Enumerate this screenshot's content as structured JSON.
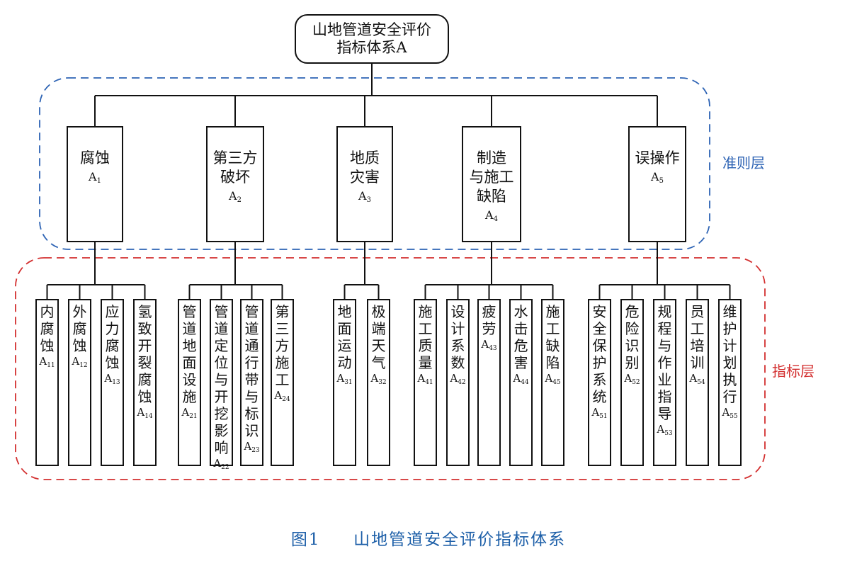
{
  "root": {
    "line1": "山地管道安全评价",
    "line2": "指标体系A"
  },
  "layers": {
    "criteria_label": "准则层",
    "criteria_color": "#2d63b4",
    "indicator_label": "指标层",
    "indicator_color": "#d32f2f"
  },
  "criteria": [
    {
      "label": "腐蚀",
      "code": "A",
      "sub": "1",
      "indicators": [
        {
          "label": "内腐蚀",
          "code": "A",
          "sub": "11"
        },
        {
          "label": "外腐蚀",
          "code": "A",
          "sub": "12"
        },
        {
          "label": "应力腐蚀",
          "code": "A",
          "sub": "13"
        },
        {
          "label": "氢致开裂腐蚀",
          "code": "A",
          "sub": "14"
        }
      ]
    },
    {
      "label": "第三方\n破坏",
      "code": "A",
      "sub": "2",
      "indicators": [
        {
          "label": "管道地面设施",
          "code": "A",
          "sub": "21"
        },
        {
          "label": "管道定位与开挖影响",
          "code": "A",
          "sub": "22"
        },
        {
          "label": "管道通行带与标识",
          "code": "A",
          "sub": "23"
        },
        {
          "label": "第三方施工",
          "code": "A",
          "sub": "24"
        }
      ]
    },
    {
      "label": "地质\n灾害",
      "code": "A",
      "sub": "3",
      "indicators": [
        {
          "label": "地面运动",
          "code": "A",
          "sub": "31"
        },
        {
          "label": "极端天气",
          "code": "A",
          "sub": "32"
        }
      ]
    },
    {
      "label": "制造\n与施工\n缺陷",
      "code": "A",
      "sub": "4",
      "indicators": [
        {
          "label": "施工质量",
          "code": "A",
          "sub": "41"
        },
        {
          "label": "设计系数",
          "code": "A",
          "sub": "42"
        },
        {
          "label": "疲劳",
          "code": "A",
          "sub": "43"
        },
        {
          "label": "水击危害",
          "code": "A",
          "sub": "44"
        },
        {
          "label": "施工缺陷",
          "code": "A",
          "sub": "45"
        }
      ]
    },
    {
      "label": "误操作",
      "code": "A",
      "sub": "5",
      "indicators": [
        {
          "label": "安全保护系统",
          "code": "A",
          "sub": "51"
        },
        {
          "label": "危险识别",
          "code": "A",
          "sub": "52"
        },
        {
          "label": "规程与作业指导",
          "code": "A",
          "sub": "53"
        },
        {
          "label": "员工培训",
          "code": "A",
          "sub": "54"
        },
        {
          "label": "维护计划执行",
          "code": "A",
          "sub": "55"
        }
      ]
    }
  ],
  "caption": {
    "figure_no": "图1",
    "title": "山地管道安全评价指标体系"
  }
}
